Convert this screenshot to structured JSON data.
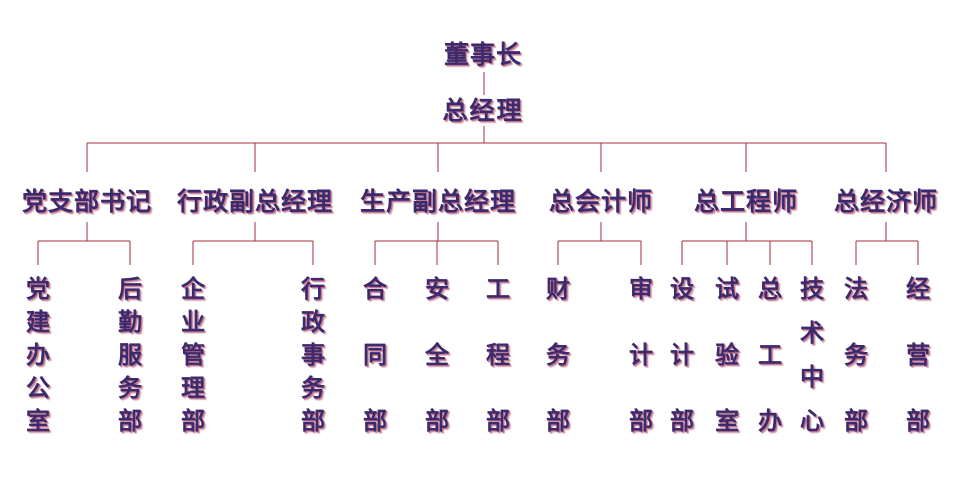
{
  "org_chart": {
    "root": {
      "label": "董事长"
    },
    "ceo": {
      "label": "总经理"
    },
    "line_color": "#a0303a",
    "divisions": [
      {
        "label": "党支部书记",
        "departments": [
          {
            "chars": [
              "党",
              "建",
              "办",
              "公",
              "室"
            ]
          },
          {
            "chars": [
              "后",
              "勤",
              "服",
              "务",
              "部"
            ]
          }
        ]
      },
      {
        "label": "行政副总经理",
        "departments": [
          {
            "chars": [
              "企",
              "业",
              "管",
              "理",
              "部"
            ]
          },
          {
            "chars": [
              "行",
              "政",
              "事",
              "务",
              "部"
            ]
          }
        ]
      },
      {
        "label": "生产副总经理",
        "departments": [
          {
            "chars": [
              "合",
              "同",
              "部"
            ]
          },
          {
            "chars": [
              "安",
              "全",
              "部"
            ]
          },
          {
            "chars": [
              "工",
              "程",
              "部"
            ]
          }
        ]
      },
      {
        "label": "总会计师",
        "departments": [
          {
            "chars": [
              "财",
              "务",
              "部"
            ]
          },
          {
            "chars": [
              "审",
              "计",
              "部"
            ]
          }
        ]
      },
      {
        "label": "总工程师",
        "departments": [
          {
            "chars": [
              "设",
              "计",
              "部"
            ]
          },
          {
            "chars": [
              "试",
              "验",
              "室"
            ]
          },
          {
            "chars": [
              "总",
              "工",
              "办"
            ]
          },
          {
            "chars": [
              "技",
              "术",
              "中",
              "心"
            ]
          }
        ]
      },
      {
        "label": "总经济师",
        "departments": [
          {
            "chars": [
              "法",
              "务",
              "部"
            ]
          },
          {
            "chars": [
              "经",
              "营",
              "部"
            ]
          }
        ]
      }
    ]
  }
}
